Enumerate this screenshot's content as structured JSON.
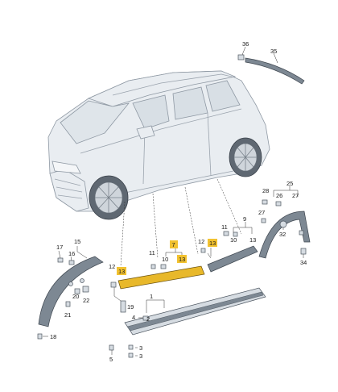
{
  "labels": {
    "l1": "1",
    "l2": "2",
    "l3": "3",
    "l4": "4",
    "l5": "5",
    "l7": "7",
    "l9": "9",
    "l10a": "10",
    "l10b": "10",
    "l11": "11",
    "l12": "12",
    "l13a": "13",
    "l13b": "13",
    "l13c": "13",
    "l13d": "13",
    "l15": "15",
    "l16": "16",
    "l17": "17",
    "l18": "18",
    "l19": "19",
    "l20": "20",
    "l21": "21",
    "l22": "22",
    "l25": "25",
    "l26": "26",
    "l27a": "27",
    "l27b": "27",
    "l28": "28",
    "l32": "32",
    "l34": "34",
    "l35": "35",
    "l36": "36"
  },
  "colors": {
    "highlight": "#f2c230",
    "highlight_part": "#e8b82a",
    "car_body": "#e9edf1",
    "part_dark": "#7d8893"
  }
}
